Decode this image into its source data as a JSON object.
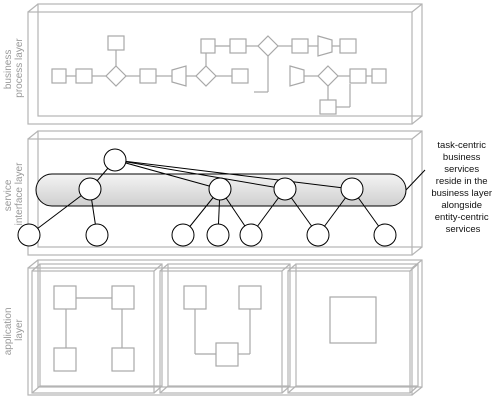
{
  "diagram": {
    "layers": [
      {
        "id": "business",
        "label_lines": [
          "business",
          "process layer"
        ]
      },
      {
        "id": "service",
        "label_lines": [
          "service",
          "interface layer"
        ]
      },
      {
        "id": "application",
        "label_lines": [
          "application",
          "layer"
        ]
      }
    ],
    "annotation": {
      "lines": [
        "task-centric",
        "business",
        "services",
        "reside in the",
        "business layer",
        "alongside",
        "entity-centric",
        "services"
      ]
    },
    "colors": {
      "layer_stroke": "#b4b4b4",
      "layer_text": "#9a9a9a",
      "process_stroke": "#a8a8a8",
      "node_stroke": "#000000",
      "capsule_fill": "#e2e2e2",
      "annotation_text": "#111111"
    }
  }
}
